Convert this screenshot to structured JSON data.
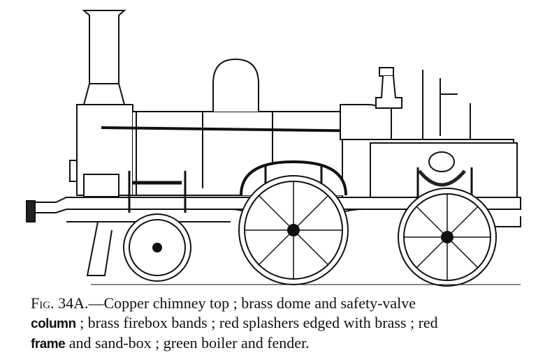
{
  "figure": {
    "illustration": "locomotive-line-drawing",
    "caption": {
      "label": "Fig. 34A.",
      "line1": "—Copper chimney top ; brass dome and safety-valve",
      "line2_bold": "column",
      "line2": " ; brass firebox bands ; red splashers edged with brass ; red",
      "line3_bold": "frame",
      "line3": " and sand-box ; green boiler and fender."
    }
  }
}
